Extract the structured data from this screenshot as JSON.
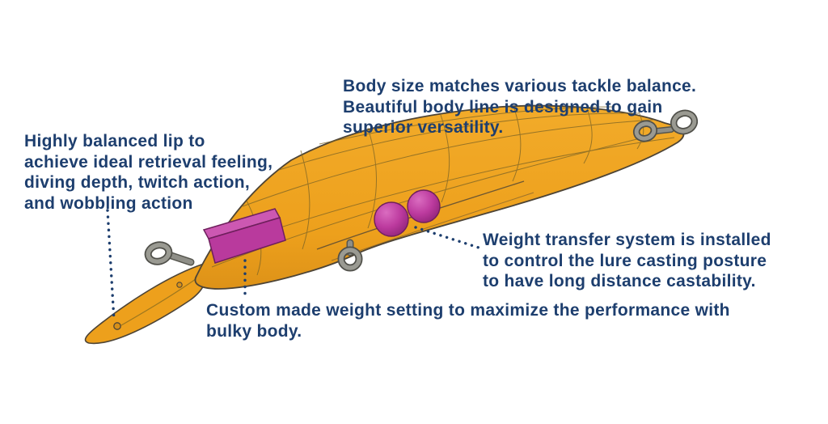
{
  "annotations": {
    "top": {
      "lines": [
        "Body size matches various tackle balance.",
        "Beautiful body line is designed to gain",
        "superior versatility."
      ]
    },
    "left": {
      "lines": [
        "Highly balanced lip to",
        "achieve ideal retrieval feeling,",
        "diving depth, twitch action,",
        "and wobbling action"
      ]
    },
    "right": {
      "lines": [
        "Weight transfer system is installed",
        "to control the lure casting posture",
        "to have long distance castability."
      ]
    },
    "bottom": {
      "lines": [
        "Custom made weight setting to maximize the performance with",
        "bulky body."
      ]
    }
  },
  "colors": {
    "text": "#1d3e6e",
    "lure_body": "#efa31f",
    "weights": "#be3a9e",
    "hardware": "#8f8f88"
  }
}
